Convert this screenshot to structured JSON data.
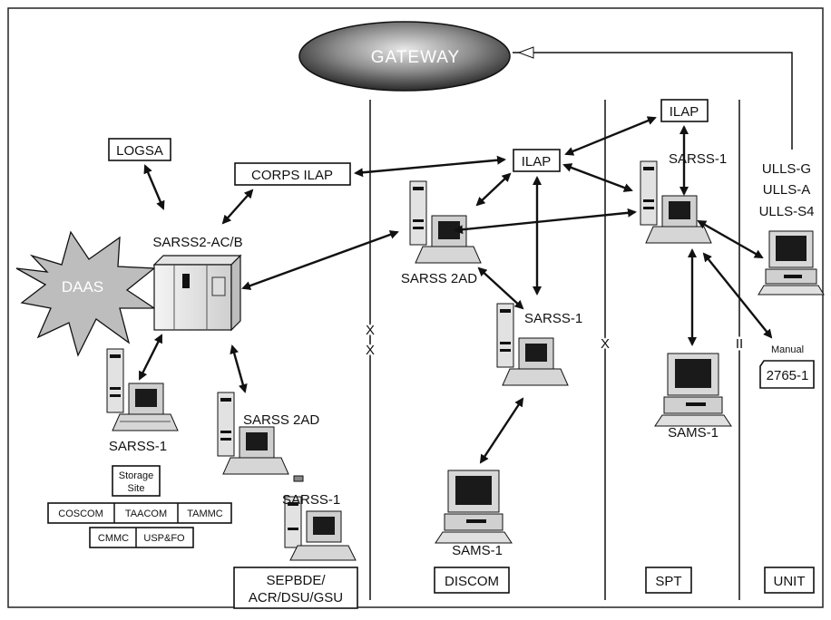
{
  "gateway": "GATEWAY",
  "nodes": {
    "logsa": "LOGSA",
    "corps_ilap": "CORPS ILAP",
    "ilap_center": "ILAP",
    "ilap_right": "ILAP",
    "sarss2_acb": "SARSS2-AC/B",
    "daas": "DAAS",
    "sarss1_left": "SARSS-1",
    "sarss2ad_left": "SARSS 2AD",
    "sarss1_bottom": "SARSS-1",
    "sarss2ad_center": "SARSS 2AD",
    "sarss1_center": "SARSS-1",
    "sams1_center": "SAMS-1",
    "sarss1_right": "SARSS-1",
    "sams1_right": "SAMS-1",
    "ulls_g": "ULLS-G",
    "ulls_a": "ULLS-A",
    "ulls_s4": "ULLS-S4",
    "manual": "Manual",
    "form_2765": "2765-1"
  },
  "storage": {
    "site_line1": "Storage",
    "site_line2": "Site",
    "coscom": "COSCOM",
    "taacom": "TAACOM",
    "tammc": "TAMMC",
    "cmmc": "CMMC",
    "uspfo": "USP&FO"
  },
  "zones": {
    "sepbde_line1": "SEPBDE/",
    "sepbde_line2": "ACR/DSU/GSU",
    "discom": "DISCOM",
    "spt": "SPT",
    "unit": "UNIT"
  },
  "markers": {
    "x1": "X",
    "x2": "X",
    "x3": "X",
    "ii": "II"
  }
}
